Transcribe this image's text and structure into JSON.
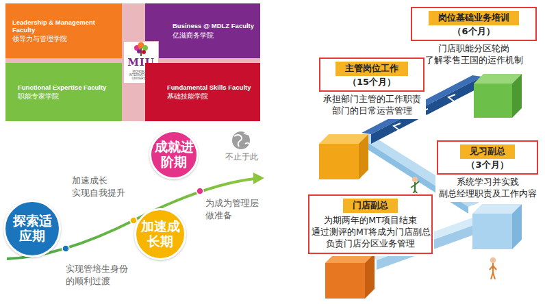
{
  "diagram": {
    "nodes": [
      {
        "text": [
          "Leadership & Management Faculty",
          "领导力与管理学院"
        ]
      },
      {
        "text": [
          "Business @ MDLZ Faculty",
          "亿滋商务学院"
        ]
      },
      {
        "text": [
          "MIU",
          "MONDELĒZ INTERNATIONAL UNIVERSITY"
        ]
      },
      {
        "text": [
          "Functional Expertise Faculty",
          "职能专家学院"
        ]
      },
      {
        "text": [
          "Fundamental Skills Faculty",
          "基础技能学院"
        ]
      },
      {
        "text": [
          "探索适应期"
        ]
      },
      {
        "text": [
          "加速成长期"
        ]
      },
      {
        "text": [
          "成就进阶期"
        ]
      },
      {
        "text": [
          "不止于此"
        ]
      },
      {
        "text": [
          "岗位基础业务培训",
          "（6个月）",
          "门店职能分区轮岗 了解零售王国的运作机制"
        ]
      },
      {
        "text": [
          "主管岗位工作",
          "（15个月）",
          "承担部门主管的工作职责 部门的日常运营管理"
        ]
      },
      {
        "text": [
          "见习副总",
          "（3个月）",
          "系统学习并实践 副总经理职责及工作内容"
        ]
      },
      {
        "text": [
          "门店副总",
          "为期两年的MT项目结束 通过测评的MT将成为门店副总 负责门店分区业务管理"
        ]
      }
    ],
    "labels": [
      "加速成长 实现自我提升",
      "实现管培生身份的顺利过渡",
      "为成为管理层做准备"
    ]
  }
}
